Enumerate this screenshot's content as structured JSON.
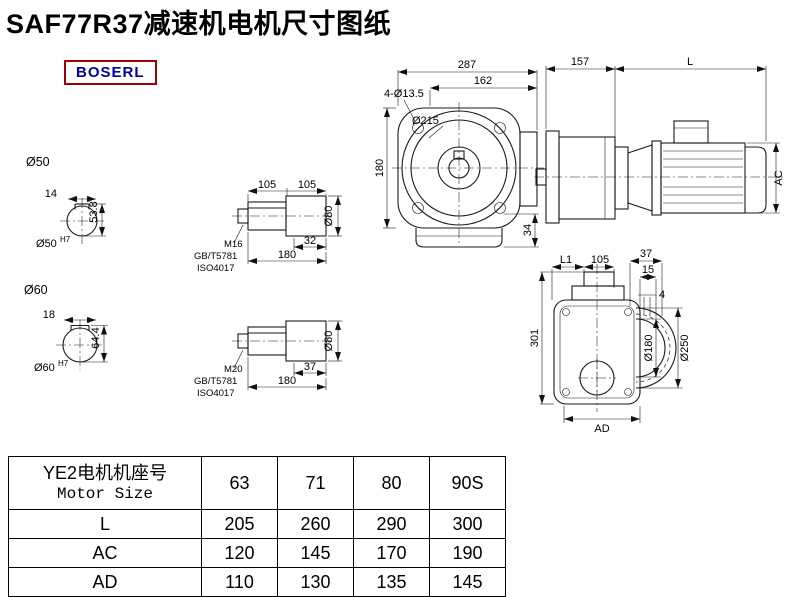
{
  "title": "SAF77R37减速机电机尺寸图纸",
  "logo": "BOSERL",
  "front_view": {
    "overall_width": "287",
    "flange_width": "162",
    "bolt_holes": "4-Ø13.5",
    "flange_dia": "Ø215",
    "height": "180",
    "foot": "34"
  },
  "side_view": {
    "gear_length": "157",
    "motor_length": "L",
    "motor_dia": "AC"
  },
  "shaft_end_d50": {
    "dia": "Ø50",
    "key_width": "14",
    "key_height": "53.8",
    "bore": "Ø50",
    "bore_tol": "H7"
  },
  "shaft_end_d60": {
    "dia": "Ø60",
    "key_width": "18",
    "key_height": "64.4",
    "bore": "Ø60",
    "bore_tol": "H7"
  },
  "shaft_detail_m16": {
    "seg_a": "105",
    "seg_b": "105",
    "key_len": "32",
    "length": "180",
    "hub_dia": "Ø80",
    "bolt": "M16",
    "std_gb": "GB/T5781",
    "std_iso": "ISO4017"
  },
  "shaft_detail_m20": {
    "key_len": "37",
    "length": "180",
    "hub_dia": "Ø80",
    "bolt": "M20",
    "std_gb": "GB/T5781",
    "std_iso": "ISO4017"
  },
  "rear_view": {
    "l1": "L1",
    "seg": "105",
    "dim_37": "37",
    "dim_15": "15",
    "dim_4": "4",
    "length": "301",
    "spigot_dia": "Ø180",
    "flange_dia": "Ø250",
    "ad": "AD"
  },
  "table": {
    "motor_label_cn": "YE2电机机座号",
    "motor_label_en": "Motor Size",
    "sizes": [
      "63",
      "71",
      "80",
      "90S"
    ],
    "rows": [
      {
        "label": "L",
        "values": [
          "205",
          "260",
          "290",
          "300"
        ]
      },
      {
        "label": "AC",
        "values": [
          "120",
          "145",
          "170",
          "190"
        ]
      },
      {
        "label": "AD",
        "values": [
          "110",
          "130",
          "135",
          "145"
        ]
      }
    ]
  }
}
